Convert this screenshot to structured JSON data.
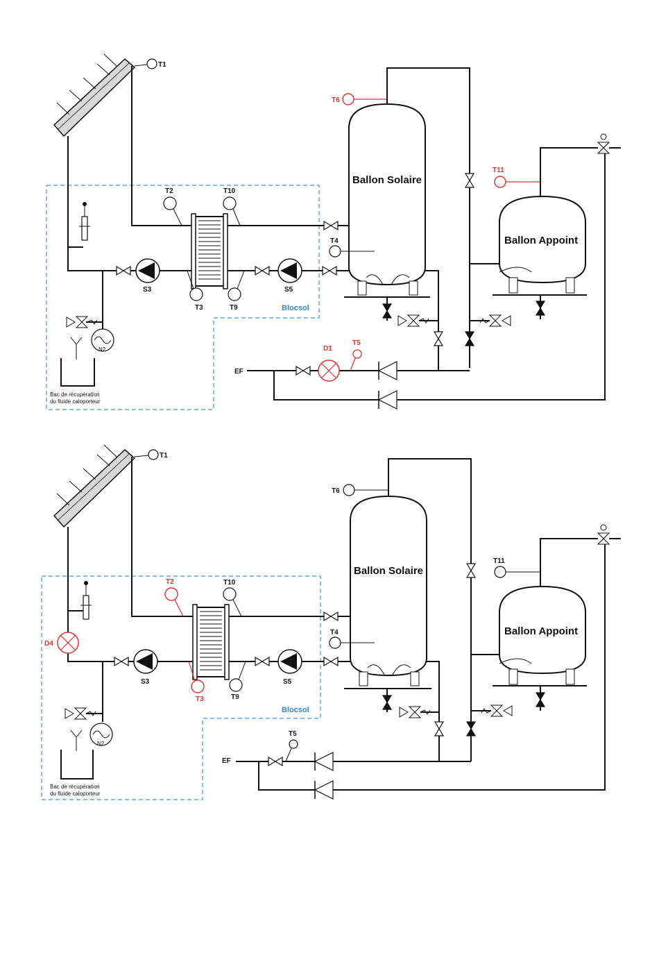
{
  "diagram_top": {
    "sensors": {
      "T1": "T1",
      "T2": "T2",
      "T3": "T3",
      "T4": "T4",
      "T5": "T5",
      "T6": "T6",
      "T9": "T9",
      "T10": "T10",
      "T11": "T11",
      "D1": "D1"
    },
    "pumps": {
      "S3": "S3",
      "S5": "S5"
    },
    "tanks": {
      "solar": "Ballon Solaire",
      "backup": "Ballon Appoint"
    },
    "zone_label": "Blocsol",
    "inlet_label": "EF",
    "expansion_label": "N2",
    "drain_label_line1": "Bac de récupération",
    "drain_label_line2": "du fluide caloporteur",
    "highlight_color": "#e03030"
  },
  "diagram_bottom": {
    "sensors": {
      "T1": "T1",
      "T2": "T2",
      "T3": "T3",
      "T4": "T4",
      "T5": "T5",
      "T6": "T6",
      "T9": "T9",
      "T10": "T10",
      "T11": "T11",
      "D4": "D4"
    },
    "pumps": {
      "S3": "S3",
      "S5": "S5"
    },
    "tanks": {
      "solar": "Ballon Solaire",
      "backup": "Ballon Appoint"
    },
    "zone_label": "Blocsol",
    "inlet_label": "EF",
    "expansion_label": "N2",
    "drain_label_line1": "Bac de récupération",
    "drain_label_line2": "du fluide caloporteur",
    "highlight_color": "#e03030"
  },
  "zone_color": "#3a96d8"
}
